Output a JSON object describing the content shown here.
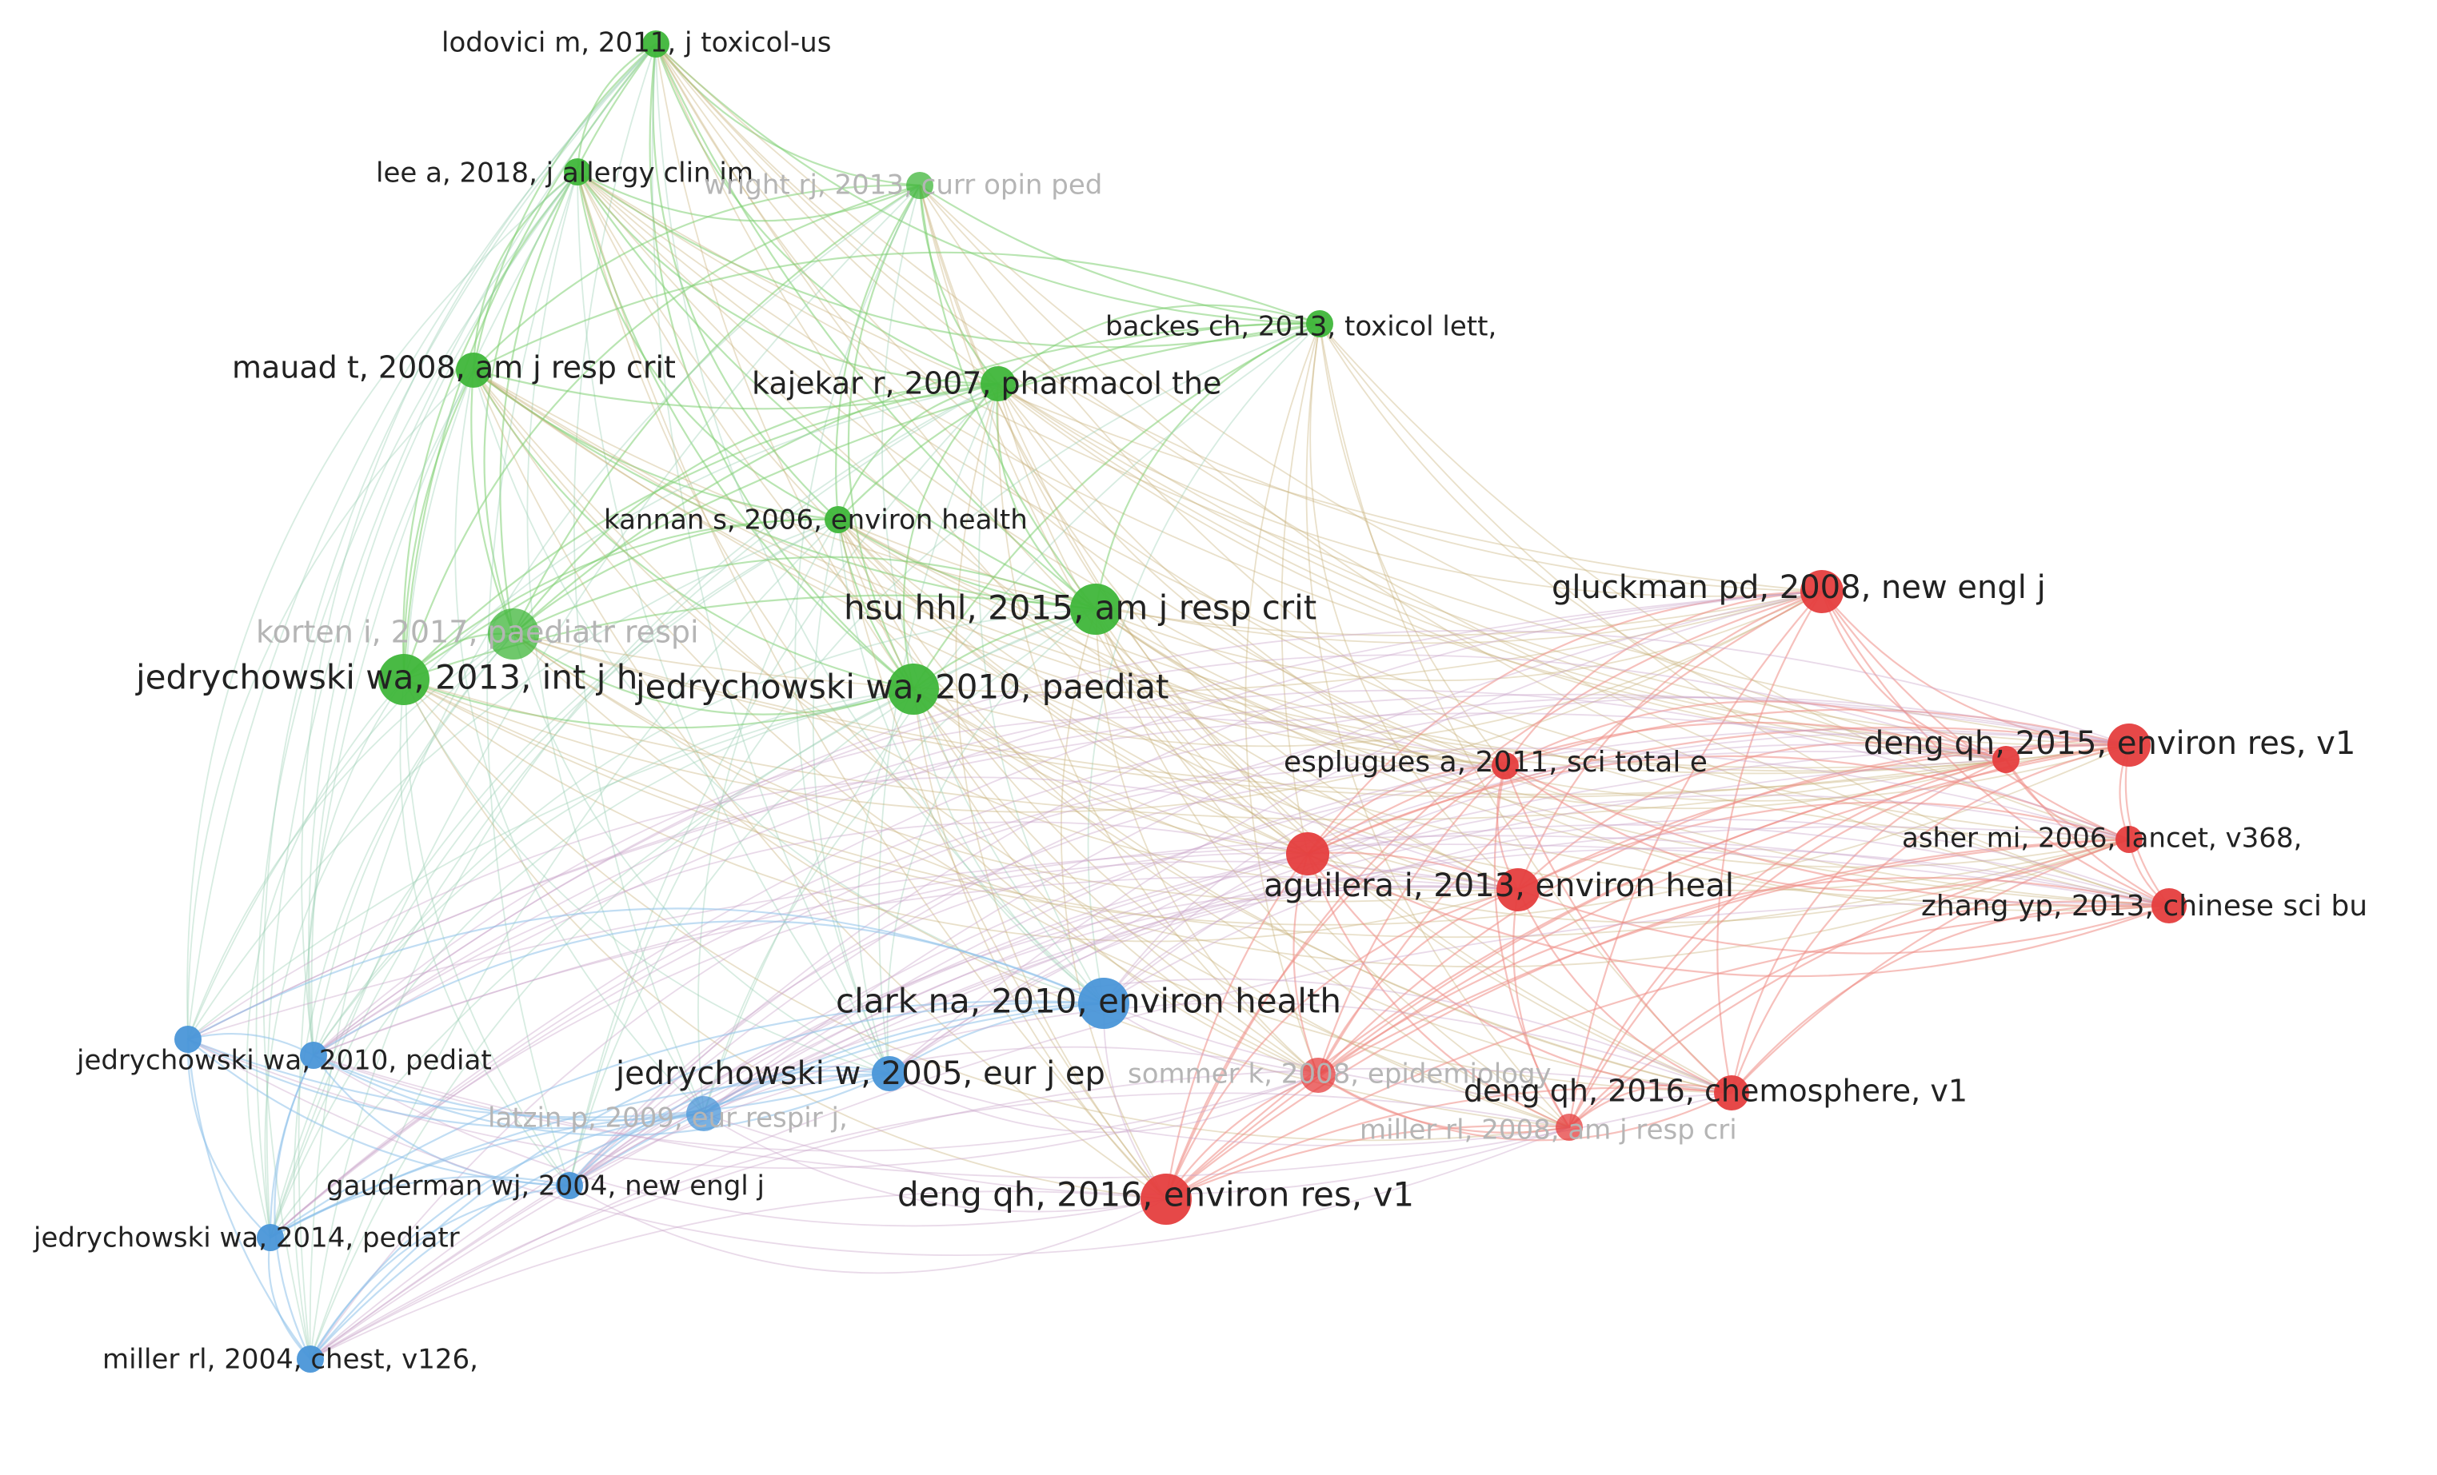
{
  "clusters": {
    "green": {
      "color": "#3fb63a",
      "edge": "#7fcf72"
    },
    "red": {
      "color": "#e53e3e",
      "edge": "#ef8c85"
    },
    "blue": {
      "color": "#4a96d8",
      "edge": "#8ec1ea"
    }
  },
  "nodes": [
    {
      "id": "lodovici",
      "label": "lodovici m, 2011, j toxicol-us",
      "cluster": "green",
      "weight": 1,
      "faded": false
    },
    {
      "id": "lee",
      "label": "lee a, 2018, j allergy clin im",
      "cluster": "green",
      "weight": 1,
      "faded": false
    },
    {
      "id": "wright",
      "label": "wright rj, 2013, curr opin ped",
      "cluster": "green",
      "weight": 1,
      "faded": true
    },
    {
      "id": "backes",
      "label": "backes ch, 2013, toxicol lett,",
      "cluster": "green",
      "weight": 1,
      "faded": false
    },
    {
      "id": "mauad",
      "label": "mauad t, 2008, am j resp crit",
      "cluster": "green",
      "weight": 2,
      "faded": false
    },
    {
      "id": "kajekar",
      "label": "kajekar r, 2007, pharmacol the",
      "cluster": "green",
      "weight": 2,
      "faded": false
    },
    {
      "id": "kannan",
      "label": "kannan s, 2006, environ health",
      "cluster": "green",
      "weight": 1,
      "faded": false
    },
    {
      "id": "hsu",
      "label": "hsu hhl, 2015, am j resp crit",
      "cluster": "green",
      "weight": 4,
      "faded": false
    },
    {
      "id": "korten",
      "label": "korten i, 2017, paediatr respi",
      "cluster": "green",
      "weight": 4,
      "faded": true
    },
    {
      "id": "jedry2013",
      "label": "jedrychowski wa, 2013, int j h",
      "cluster": "green",
      "weight": 4,
      "faded": false
    },
    {
      "id": "jedry2010p",
      "label": "jedrychowski wa, 2010, paediat",
      "cluster": "green",
      "weight": 4,
      "faded": false
    },
    {
      "id": "gluckman",
      "label": "gluckman pd, 2008, new engl j",
      "cluster": "red",
      "weight": 3,
      "faded": false
    },
    {
      "id": "deng2015",
      "label": "deng qh, 2015, environ res, v1",
      "cluster": "red",
      "weight": 3,
      "faded": false
    },
    {
      "id": "deng2015b",
      "label": "",
      "cluster": "red",
      "weight": 1,
      "faded": false
    },
    {
      "id": "esplugues",
      "label": "esplugues a, 2011, sci total e",
      "cluster": "red",
      "weight": 1,
      "faded": false
    },
    {
      "id": "asher",
      "label": "asher mi, 2006, lancet, v368,",
      "cluster": "red",
      "weight": 1,
      "faded": false
    },
    {
      "id": "aguilera",
      "label": "aguilera i, 2013, environ heal",
      "cluster": "red",
      "weight": 3,
      "faded": false
    },
    {
      "id": "redmid",
      "label": "",
      "cluster": "red",
      "weight": 3,
      "faded": false
    },
    {
      "id": "zhang",
      "label": "zhang yp, 2013, chinese sci bu",
      "cluster": "red",
      "weight": 2,
      "faded": false
    },
    {
      "id": "clark",
      "label": "clark na, 2010, environ health",
      "cluster": "blue",
      "weight": 4,
      "faded": false
    },
    {
      "id": "jedry2010ped",
      "label": "jedrychowski wa, 2010, pediat",
      "cluster": "blue",
      "weight": 1,
      "faded": false
    },
    {
      "id": "bluefar",
      "label": "",
      "cluster": "blue",
      "weight": 1,
      "faded": false
    },
    {
      "id": "jedry2005",
      "label": "jedrychowski w, 2005, eur j ep",
      "cluster": "blue",
      "weight": 2,
      "faded": false
    },
    {
      "id": "sommer",
      "label": "sommer k, 2008, epidemiology",
      "cluster": "red",
      "weight": 2,
      "faded": true
    },
    {
      "id": "deng2016c",
      "label": "deng qh, 2016, chemosphere, v1",
      "cluster": "red",
      "weight": 2,
      "faded": false
    },
    {
      "id": "latzin",
      "label": "latzin p, 2009, eur respir j,",
      "cluster": "blue",
      "weight": 2,
      "faded": true
    },
    {
      "id": "miller2008",
      "label": "miller rl, 2008, am j resp cri",
      "cluster": "red",
      "weight": 1,
      "faded": true
    },
    {
      "id": "gauderman",
      "label": "gauderman wj, 2004, new engl j",
      "cluster": "blue",
      "weight": 1,
      "faded": false
    },
    {
      "id": "deng2016e",
      "label": "deng qh, 2016, environ res, v1",
      "cluster": "red",
      "weight": 4,
      "faded": false
    },
    {
      "id": "jedry2014",
      "label": "jedrychowski wa, 2014, pediatr",
      "cluster": "blue",
      "weight": 1,
      "faded": false
    },
    {
      "id": "miller2004",
      "label": "miller rl, 2004, chest, v126,",
      "cluster": "blue",
      "weight": 1,
      "faded": false
    }
  ]
}
